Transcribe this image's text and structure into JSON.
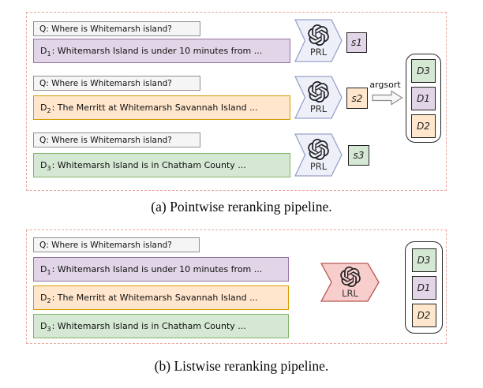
{
  "figure": {
    "query": "Q: Where is Whitemarsh island?",
    "documents": [
      {
        "label": "D",
        "sub": "1",
        "text": ": Whitemarsh Island is under 10 minutes from ...",
        "fill": "#e1d5e7",
        "border": "#9673a6"
      },
      {
        "label": "D",
        "sub": "2",
        "text": ": The Merritt at Whitemarsh Savannah Island ...",
        "fill": "#ffe6cc",
        "border": "#d79b00"
      },
      {
        "label": "D",
        "sub": "3",
        "text": ": Whitemarsh Island is in Chatham County ...",
        "fill": "#d5e8d4",
        "border": "#82b366"
      }
    ],
    "pointwise": {
      "model": "PRL",
      "scores": [
        "s1",
        "s2",
        "s3"
      ],
      "argsort": "argsort",
      "ranking": [
        "D3",
        "D1",
        "D2"
      ],
      "caption": "(a) Pointwise reranking pipeline."
    },
    "listwise": {
      "model": "LRL",
      "ranking": [
        "D3",
        "D1",
        "D2"
      ],
      "caption": "(b) Listwise reranking pipeline."
    },
    "colors": {
      "query_fill": "#f5f5f5",
      "query_border": "#8f8f8f",
      "prl_fill": "#edf0f9",
      "prl_border": "#9aa1c9",
      "lrl_fill": "#f8cecc",
      "lrl_border": "#b85450",
      "frame_border": "#e8a7a3",
      "ranking_border": "#262626"
    }
  }
}
